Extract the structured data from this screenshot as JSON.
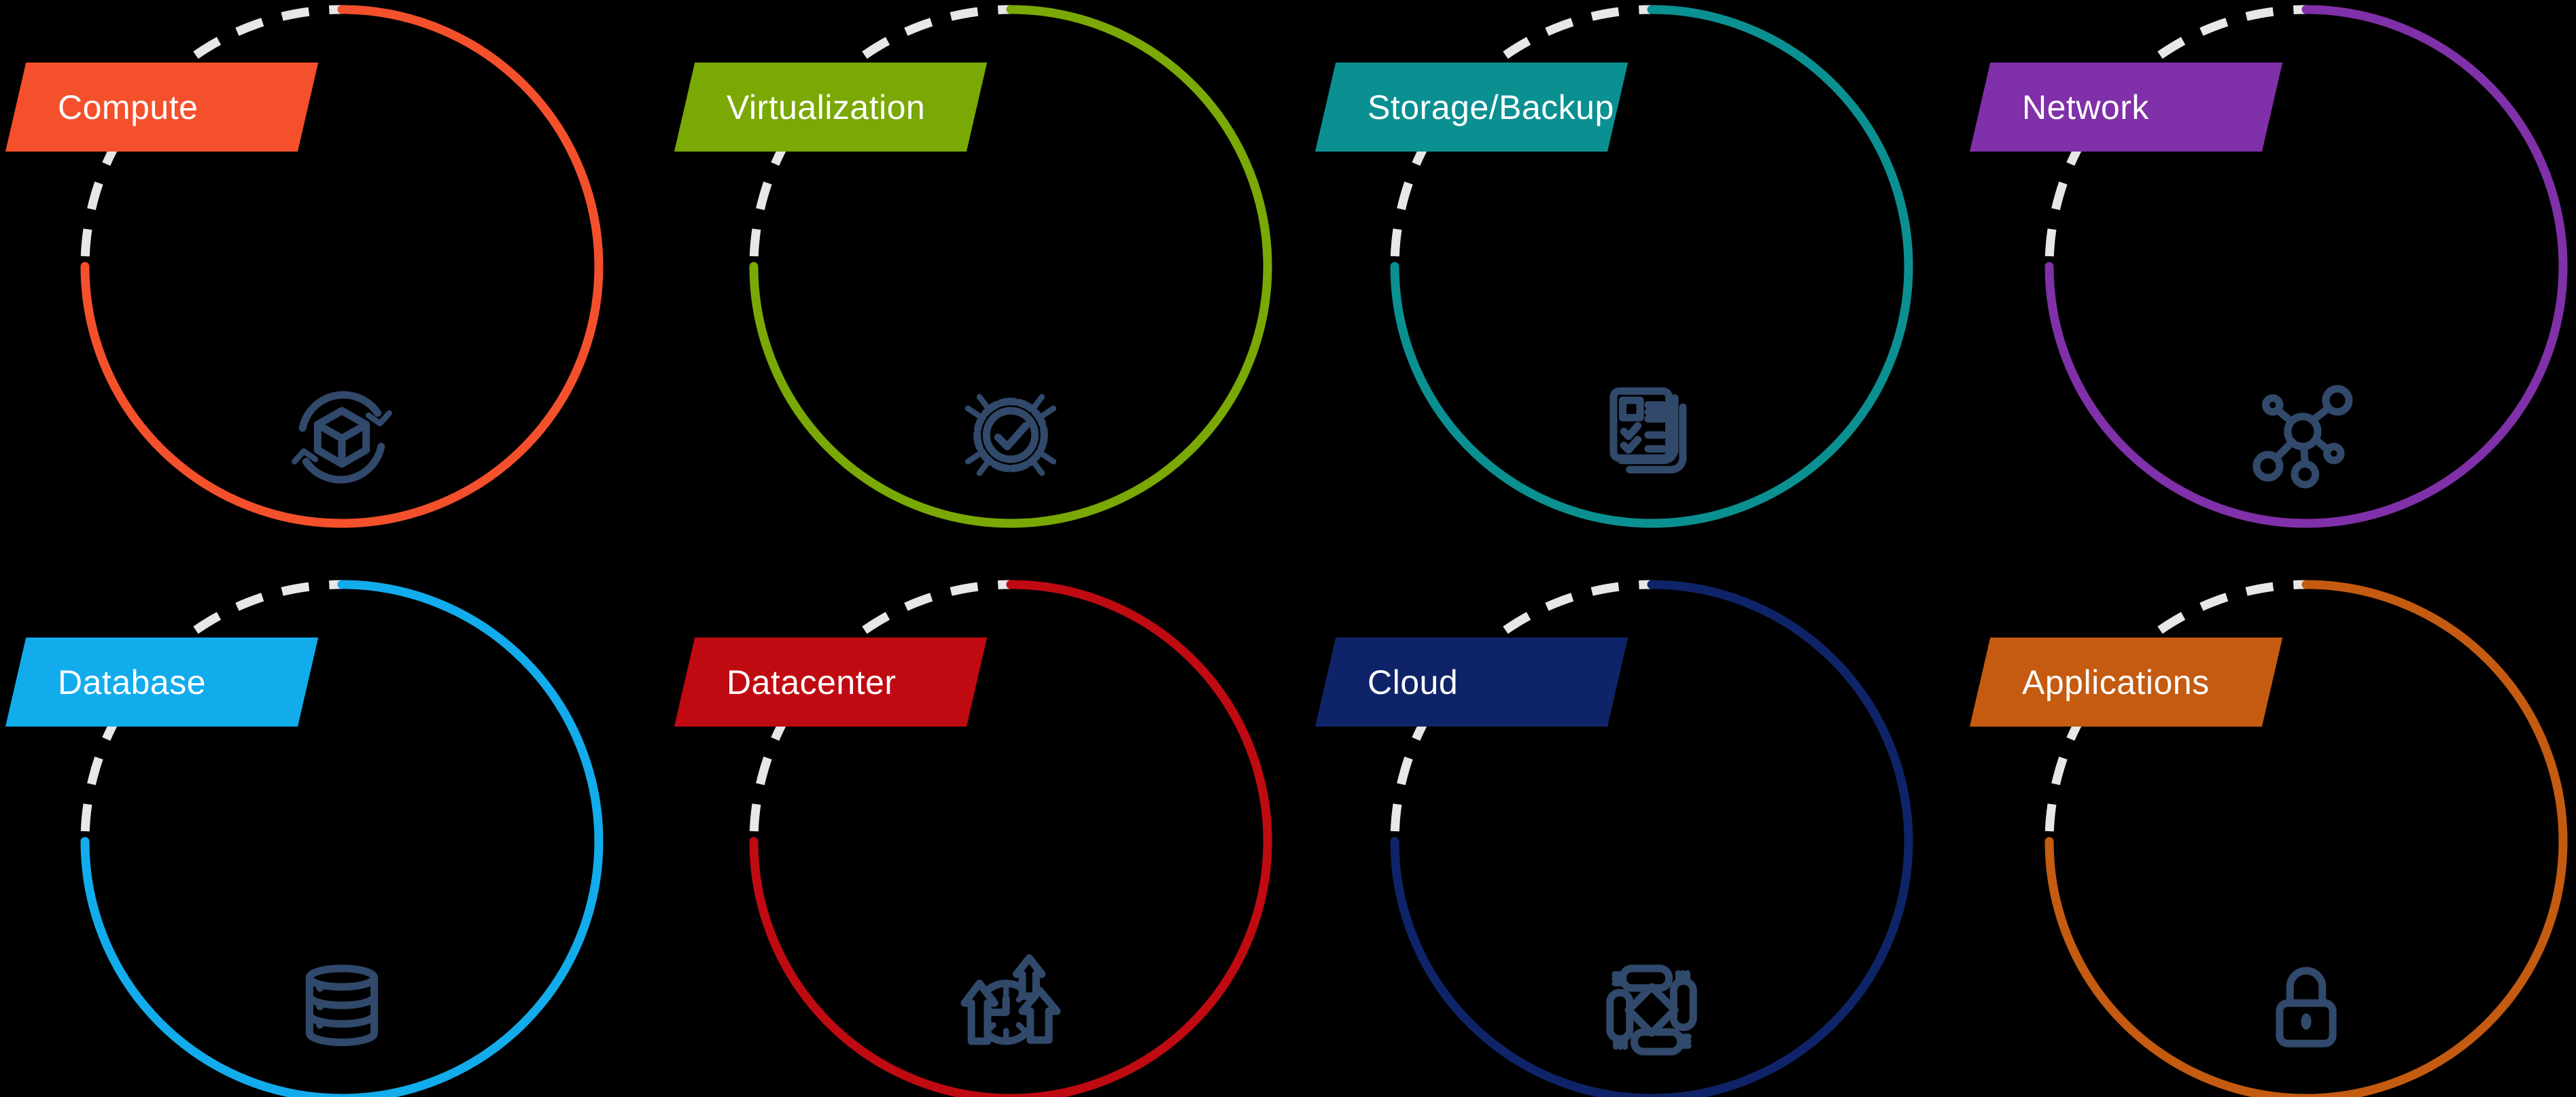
{
  "background": "#000000",
  "dash_color": "#E7E7E7",
  "icon_color": "#31496B",
  "label_text_color": "#FFFFFF",
  "panels": [
    {
      "label": "Compute",
      "color": "#F4502C",
      "icon": "cube-sync-icon"
    },
    {
      "label": "Virtualization",
      "color": "#7AA805",
      "icon": "verified-badge-check-icon"
    },
    {
      "label": "Storage/Backup",
      "color": "#0B9092",
      "icon": "document-stack-checklist-icon"
    },
    {
      "label": "Network",
      "color": "#8030A8",
      "icon": "connected-nodes-icon"
    },
    {
      "label": "Database",
      "color": "#12ACEC",
      "icon": "database-cylinder-icon"
    },
    {
      "label": "Datacenter",
      "color": "#C00A12",
      "icon": "uptime-clock-arrows-icon"
    },
    {
      "label": "Cloud",
      "color": "#0F2468",
      "icon": "teamwork-hands-icon"
    },
    {
      "label": "Applications",
      "color": "#C45B10",
      "icon": "padlock-icon"
    }
  ]
}
